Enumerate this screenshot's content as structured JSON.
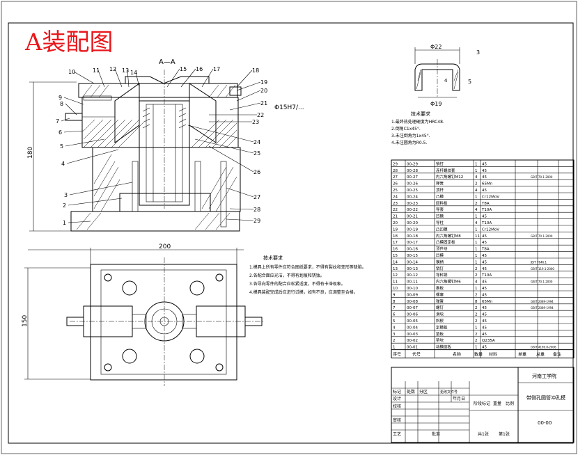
{
  "title": "A装配图",
  "section_label": "A—A",
  "dimensions": {
    "height_180": "180",
    "width_200": "200",
    "height_150": "150",
    "detail_phi22": "Φ22",
    "detail_phi19": "Φ19",
    "detail_3": "3",
    "detail_4": "4",
    "detail_5": "5",
    "bore": "Φ15H7/..."
  },
  "balloons_left": [
    "1",
    "2",
    "3",
    "4",
    "5",
    "6",
    "7",
    "8",
    "9",
    "10",
    "11",
    "12",
    "13",
    "14"
  ],
  "balloons_right": [
    "15",
    "16",
    "17",
    "18",
    "19",
    "20",
    "21",
    "22",
    "23",
    "24",
    "25",
    "26",
    "27",
    "28",
    "29"
  ],
  "detail_notes": {
    "heading": "技术要求",
    "items": [
      "1.最终热处理硬度为HRC48.",
      "2.倒角C1x45°.",
      "3.未注倒角为1x45°.",
      "4.未注圆角为R0.5."
    ]
  },
  "plan_notes": {
    "heading": "技术要求",
    "items": [
      "1.模具上所有零件应符合图纸要求，不得有裂纹和变形等缺陷。",
      "2.各配合面应光洁，不得有划痕和锈蚀。",
      "3.各导向零件的配合应松紧适度，不得有卡滞现象。",
      "4.模具装配完成后应进行试模，如有不良，应调整至合格。"
    ]
  },
  "bom": {
    "headers": [
      "序号",
      "代号",
      "名称",
      "数量",
      "材料",
      "单重",
      "总重",
      "备注"
    ],
    "rows": [
      [
        "29",
        "00-29",
        "销钉",
        "1",
        "45",
        ""
      ],
      [
        "28",
        "00-28",
        "连杆螺纹套",
        "1",
        "45",
        ""
      ],
      [
        "27",
        "00-27",
        "内六角螺钉M12",
        "4",
        "45",
        "GB/T 70.1-2000"
      ],
      [
        "26",
        "00-26",
        "弹簧",
        "2",
        "65Mn",
        ""
      ],
      [
        "25",
        "00-25",
        "顶杆",
        "4",
        "45",
        ""
      ],
      [
        "24",
        "00-24",
        "凸模",
        "1",
        "Cr12MoV",
        ""
      ],
      [
        "23",
        "00-23",
        "卸料板",
        "2",
        "T8A",
        ""
      ],
      [
        "22",
        "00-22",
        "导套",
        "4",
        "T10A",
        ""
      ],
      [
        "21",
        "00-21",
        "凹模",
        "1",
        "45",
        ""
      ],
      [
        "20",
        "00-20",
        "导柱",
        "4",
        "T10A",
        ""
      ],
      [
        "19",
        "00-19",
        "凸凹模",
        "1",
        "Cr12MoV",
        ""
      ],
      [
        "18",
        "00-18",
        "内六角螺钉M8",
        "11",
        "45",
        "GB/T 70.1-2000"
      ],
      [
        "17",
        "00-17",
        "凸模固定板",
        "1",
        "45",
        ""
      ],
      [
        "16",
        "00-16",
        "顶件块",
        "1",
        "T8A",
        ""
      ],
      [
        "15",
        "00-15",
        "凹模",
        "1",
        "45",
        ""
      ],
      [
        "14",
        "00-14",
        "模柄",
        "1",
        "45",
        "JB/T 7646.1"
      ],
      [
        "13",
        "00-13",
        "销钉",
        "2",
        "45",
        "GB/T 119.1-2000"
      ],
      [
        "12",
        "00-12",
        "导料销",
        "2",
        "T10A",
        ""
      ],
      [
        "11",
        "00-11",
        "内六角螺钉M6",
        "4",
        "45",
        "GB/T 70.1-2000"
      ],
      [
        "10",
        "00-10",
        "推板",
        "1",
        "45",
        ""
      ],
      [
        "9",
        "00-09",
        "螺塞",
        "2",
        "45",
        ""
      ],
      [
        "8",
        "00-08",
        "弹簧",
        "8",
        "65Mn",
        "GB/T 2089-1994"
      ],
      [
        "7",
        "00-07",
        "螺钉",
        "2",
        "45",
        "GB/T 2089-1994"
      ],
      [
        "6",
        "00-06",
        "滑块",
        "2",
        "45",
        ""
      ],
      [
        "5",
        "00-05",
        "斜楔",
        "2",
        "45",
        ""
      ],
      [
        "4",
        "00-04",
        "定模板",
        "1",
        "45",
        ""
      ],
      [
        "3",
        "00-03",
        "垫板",
        "2",
        "45",
        ""
      ],
      [
        "2",
        "00-02",
        "垫块",
        "2",
        "Q235A",
        ""
      ],
      [
        "1",
        "00-01",
        "动模座板",
        "1",
        "45",
        "GB/T 4169.8-2006"
      ]
    ]
  },
  "title_block": {
    "school": "河南工学院",
    "drawing_name": "带侧孔圆管冲孔模",
    "code": "00-00",
    "scale_label": "比例",
    "stage_label": "阶段标记",
    "weight_label": "重量",
    "sheet_total": "共1张",
    "sheet_no": "第1张",
    "rows": [
      "标记",
      "处数",
      "分区",
      "更改文件号",
      "签名",
      "年月日"
    ],
    "roles": [
      "设计",
      "校核",
      "审核",
      "工艺",
      "批准"
    ]
  }
}
